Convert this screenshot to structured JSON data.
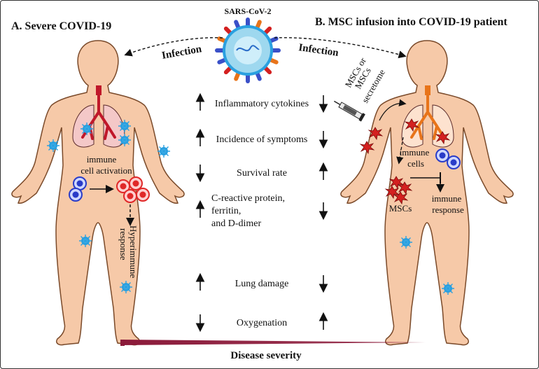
{
  "panel_a": {
    "title": "A. Severe COVID-19",
    "immune_line1": "immune",
    "immune_line2": "cell activation",
    "hyperimmune_line1": "Hyperimmune",
    "hyperimmune_line2": "response"
  },
  "panel_b": {
    "title": "B. MSC infusion into COVID-19 patient",
    "injection_line1": "MSCs or",
    "injection_line2": "MSCs",
    "injection_line3": "secretome",
    "immune_cells_line1": "immune",
    "immune_cells_line2": "cells",
    "mscs": "MSCs",
    "immune_response_line1": "immune",
    "immune_response_line2": "response"
  },
  "virus": {
    "label": "SARS-CoV-2"
  },
  "infection_left": "Infection",
  "infection_right": "Infection",
  "comparison": [
    {
      "lines": [
        "Inflammatory cytokines"
      ],
      "left": "up",
      "right": "down"
    },
    {
      "lines": [
        "Incidence of symptoms"
      ],
      "left": "up",
      "right": "down"
    },
    {
      "lines": [
        "Survival rate"
      ],
      "left": "down",
      "right": "up"
    },
    {
      "lines": [
        "C-reactive protein,",
        "ferritin,",
        "and D-dimer"
      ],
      "left": "up",
      "right": "down"
    },
    {
      "lines": [
        "Lung damage"
      ],
      "left": "up",
      "right": "down"
    },
    {
      "lines": [
        "Oxygenation"
      ],
      "left": "down",
      "right": "up"
    }
  ],
  "severity": {
    "label": "Disease severity",
    "color": "#8b1a3a"
  },
  "colors": {
    "skin": "#f6c9a8",
    "skin_outline": "#7a4a2a",
    "trachea_a": "#c0182a",
    "trachea_b": "#e8741a",
    "msc": "#d42020",
    "immune_blue": "#2a3cc8",
    "immune_red": "#e02828",
    "virus_blue": "#2aa0e0"
  }
}
